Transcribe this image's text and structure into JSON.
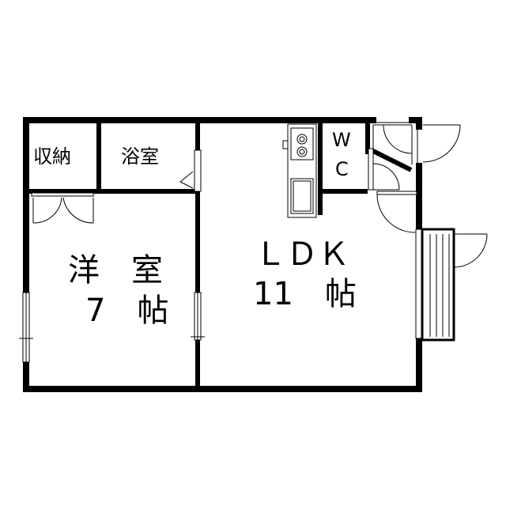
{
  "rooms": {
    "storage": {
      "label": "収納"
    },
    "bath": {
      "label": "浴室"
    },
    "wc": {
      "line1": "W",
      "line2": "C"
    },
    "western": {
      "line1": "洋　室",
      "line2": "7　帖"
    },
    "ldk": {
      "line1": "ＬＤＫ",
      "line2": "11　帖"
    }
  },
  "colors": {
    "wall": "#000000",
    "background": "#ffffff"
  }
}
